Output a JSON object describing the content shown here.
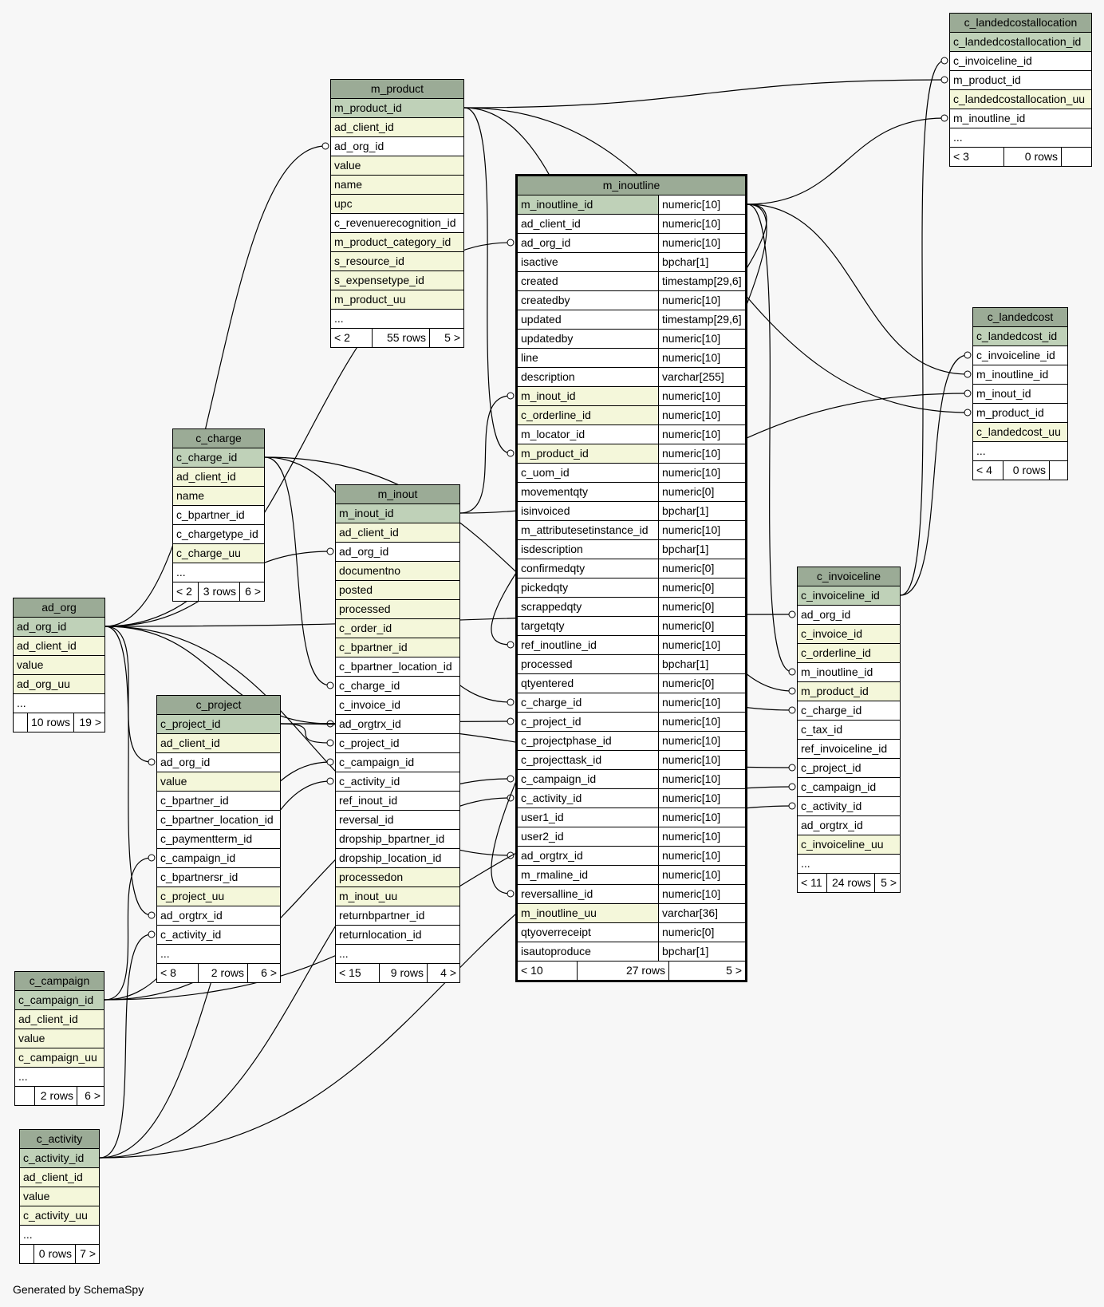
{
  "footer": "Generated by SchemaSpy",
  "tables": {
    "m_inoutline": {
      "name": "m_inoutline",
      "columns": [
        {
          "n": "m_inoutline_id",
          "t": "numeric[10]",
          "k": "pk"
        },
        {
          "n": "ad_client_id",
          "t": "numeric[10]",
          "k": "plain"
        },
        {
          "n": "ad_org_id",
          "t": "numeric[10]",
          "k": "plain"
        },
        {
          "n": "isactive",
          "t": "bpchar[1]",
          "k": "plain"
        },
        {
          "n": "created",
          "t": "timestamp[29,6]",
          "k": "plain"
        },
        {
          "n": "createdby",
          "t": "numeric[10]",
          "k": "plain"
        },
        {
          "n": "updated",
          "t": "timestamp[29,6]",
          "k": "plain"
        },
        {
          "n": "updatedby",
          "t": "numeric[10]",
          "k": "plain"
        },
        {
          "n": "line",
          "t": "numeric[10]",
          "k": "plain"
        },
        {
          "n": "description",
          "t": "varchar[255]",
          "k": "plain"
        },
        {
          "n": "m_inout_id",
          "t": "numeric[10]",
          "k": "idx"
        },
        {
          "n": "c_orderline_id",
          "t": "numeric[10]",
          "k": "idx"
        },
        {
          "n": "m_locator_id",
          "t": "numeric[10]",
          "k": "plain"
        },
        {
          "n": "m_product_id",
          "t": "numeric[10]",
          "k": "idx"
        },
        {
          "n": "c_uom_id",
          "t": "numeric[10]",
          "k": "plain"
        },
        {
          "n": "movementqty",
          "t": "numeric[0]",
          "k": "plain"
        },
        {
          "n": "isinvoiced",
          "t": "bpchar[1]",
          "k": "plain"
        },
        {
          "n": "m_attributesetinstance_id",
          "t": "numeric[10]",
          "k": "plain"
        },
        {
          "n": "isdescription",
          "t": "bpchar[1]",
          "k": "plain"
        },
        {
          "n": "confirmedqty",
          "t": "numeric[0]",
          "k": "plain"
        },
        {
          "n": "pickedqty",
          "t": "numeric[0]",
          "k": "plain"
        },
        {
          "n": "scrappedqty",
          "t": "numeric[0]",
          "k": "plain"
        },
        {
          "n": "targetqty",
          "t": "numeric[0]",
          "k": "plain"
        },
        {
          "n": "ref_inoutline_id",
          "t": "numeric[10]",
          "k": "plain"
        },
        {
          "n": "processed",
          "t": "bpchar[1]",
          "k": "plain"
        },
        {
          "n": "qtyentered",
          "t": "numeric[0]",
          "k": "plain"
        },
        {
          "n": "c_charge_id",
          "t": "numeric[10]",
          "k": "plain"
        },
        {
          "n": "c_project_id",
          "t": "numeric[10]",
          "k": "plain"
        },
        {
          "n": "c_projectphase_id",
          "t": "numeric[10]",
          "k": "plain"
        },
        {
          "n": "c_projecttask_id",
          "t": "numeric[10]",
          "k": "plain"
        },
        {
          "n": "c_campaign_id",
          "t": "numeric[10]",
          "k": "plain"
        },
        {
          "n": "c_activity_id",
          "t": "numeric[10]",
          "k": "plain"
        },
        {
          "n": "user1_id",
          "t": "numeric[10]",
          "k": "plain"
        },
        {
          "n": "user2_id",
          "t": "numeric[10]",
          "k": "plain"
        },
        {
          "n": "ad_orgtrx_id",
          "t": "numeric[10]",
          "k": "plain"
        },
        {
          "n": "m_rmaline_id",
          "t": "numeric[10]",
          "k": "plain"
        },
        {
          "n": "reversalline_id",
          "t": "numeric[10]",
          "k": "plain"
        },
        {
          "n": "m_inoutline_uu",
          "t": "varchar[36]",
          "k": "idx"
        },
        {
          "n": "qtyoverreceipt",
          "t": "numeric[0]",
          "k": "plain"
        },
        {
          "n": "isautoproduce",
          "t": "bpchar[1]",
          "k": "plain"
        }
      ],
      "footer": [
        "< 10",
        "27 rows",
        "5 >"
      ]
    },
    "m_product": {
      "name": "m_product",
      "columns": [
        {
          "n": "m_product_id",
          "k": "pk"
        },
        {
          "n": "ad_client_id",
          "k": "idx"
        },
        {
          "n": "ad_org_id",
          "k": "plain"
        },
        {
          "n": "value",
          "k": "idx"
        },
        {
          "n": "name",
          "k": "idx"
        },
        {
          "n": "upc",
          "k": "idx"
        },
        {
          "n": "c_revenuerecognition_id",
          "k": "plain"
        },
        {
          "n": "m_product_category_id",
          "k": "idx"
        },
        {
          "n": "s_resource_id",
          "k": "idx"
        },
        {
          "n": "s_expensetype_id",
          "k": "idx"
        },
        {
          "n": "m_product_uu",
          "k": "idx"
        },
        {
          "n": "...",
          "k": "plain"
        }
      ],
      "footer": [
        "< 2",
        "55 rows",
        "5 >"
      ]
    },
    "c_landedcostallocation": {
      "name": "c_landedcostallocation",
      "columns": [
        {
          "n": "c_landedcostallocation_id",
          "k": "pk"
        },
        {
          "n": "c_invoiceline_id",
          "k": "plain"
        },
        {
          "n": "m_product_id",
          "k": "plain"
        },
        {
          "n": "c_landedcostallocation_uu",
          "k": "idx"
        },
        {
          "n": "m_inoutline_id",
          "k": "plain"
        },
        {
          "n": "...",
          "k": "plain"
        }
      ],
      "footer": [
        "< 3",
        "0 rows",
        ""
      ]
    },
    "c_landedcost": {
      "name": "c_landedcost",
      "columns": [
        {
          "n": "c_landedcost_id",
          "k": "pk"
        },
        {
          "n": "c_invoiceline_id",
          "k": "plain"
        },
        {
          "n": "m_inoutline_id",
          "k": "plain"
        },
        {
          "n": "m_inout_id",
          "k": "plain"
        },
        {
          "n": "m_product_id",
          "k": "plain"
        },
        {
          "n": "c_landedcost_uu",
          "k": "idx"
        },
        {
          "n": "...",
          "k": "plain"
        }
      ],
      "footer": [
        "< 4",
        "0 rows",
        ""
      ]
    },
    "c_charge": {
      "name": "c_charge",
      "columns": [
        {
          "n": "c_charge_id",
          "k": "pk"
        },
        {
          "n": "ad_client_id",
          "k": "idx"
        },
        {
          "n": "name",
          "k": "idx"
        },
        {
          "n": "c_bpartner_id",
          "k": "plain"
        },
        {
          "n": "c_chargetype_id",
          "k": "plain"
        },
        {
          "n": "c_charge_uu",
          "k": "idx"
        },
        {
          "n": "...",
          "k": "plain"
        }
      ],
      "footer": [
        "< 2",
        "3 rows",
        "6 >"
      ]
    },
    "m_inout": {
      "name": "m_inout",
      "columns": [
        {
          "n": "m_inout_id",
          "k": "pk"
        },
        {
          "n": "ad_client_id",
          "k": "idx"
        },
        {
          "n": "ad_org_id",
          "k": "plain"
        },
        {
          "n": "documentno",
          "k": "idx"
        },
        {
          "n": "posted",
          "k": "idx"
        },
        {
          "n": "processed",
          "k": "idx"
        },
        {
          "n": "c_order_id",
          "k": "idx"
        },
        {
          "n": "c_bpartner_id",
          "k": "idx"
        },
        {
          "n": "c_bpartner_location_id",
          "k": "plain"
        },
        {
          "n": "c_charge_id",
          "k": "plain"
        },
        {
          "n": "c_invoice_id",
          "k": "plain"
        },
        {
          "n": "ad_orgtrx_id",
          "k": "plain"
        },
        {
          "n": "c_project_id",
          "k": "plain"
        },
        {
          "n": "c_campaign_id",
          "k": "plain"
        },
        {
          "n": "c_activity_id",
          "k": "plain"
        },
        {
          "n": "ref_inout_id",
          "k": "plain"
        },
        {
          "n": "reversal_id",
          "k": "plain"
        },
        {
          "n": "dropship_bpartner_id",
          "k": "plain"
        },
        {
          "n": "dropship_location_id",
          "k": "plain"
        },
        {
          "n": "processedon",
          "k": "idx"
        },
        {
          "n": "m_inout_uu",
          "k": "idx"
        },
        {
          "n": "returnbpartner_id",
          "k": "plain"
        },
        {
          "n": "returnlocation_id",
          "k": "plain"
        },
        {
          "n": "...",
          "k": "plain"
        }
      ],
      "footer": [
        "< 15",
        "9 rows",
        "4 >"
      ]
    },
    "ad_org": {
      "name": "ad_org",
      "columns": [
        {
          "n": "ad_org_id",
          "k": "pk"
        },
        {
          "n": "ad_client_id",
          "k": "idx"
        },
        {
          "n": "value",
          "k": "idx"
        },
        {
          "n": "ad_org_uu",
          "k": "idx"
        },
        {
          "n": "...",
          "k": "plain"
        }
      ],
      "footer": [
        "",
        "10 rows",
        "19 >"
      ]
    },
    "c_project": {
      "name": "c_project",
      "columns": [
        {
          "n": "c_project_id",
          "k": "pk"
        },
        {
          "n": "ad_client_id",
          "k": "idx"
        },
        {
          "n": "ad_org_id",
          "k": "plain"
        },
        {
          "n": "value",
          "k": "idx"
        },
        {
          "n": "c_bpartner_id",
          "k": "plain"
        },
        {
          "n": "c_bpartner_location_id",
          "k": "plain"
        },
        {
          "n": "c_paymentterm_id",
          "k": "plain"
        },
        {
          "n": "c_campaign_id",
          "k": "plain"
        },
        {
          "n": "c_bpartnersr_id",
          "k": "plain"
        },
        {
          "n": "c_project_uu",
          "k": "idx"
        },
        {
          "n": "ad_orgtrx_id",
          "k": "plain"
        },
        {
          "n": "c_activity_id",
          "k": "plain"
        },
        {
          "n": "...",
          "k": "plain"
        }
      ],
      "footer": [
        "< 8",
        "2 rows",
        "6 >"
      ]
    },
    "c_invoiceline": {
      "name": "c_invoiceline",
      "columns": [
        {
          "n": "c_invoiceline_id",
          "k": "pk"
        },
        {
          "n": "ad_org_id",
          "k": "plain"
        },
        {
          "n": "c_invoice_id",
          "k": "idx"
        },
        {
          "n": "c_orderline_id",
          "k": "idx"
        },
        {
          "n": "m_inoutline_id",
          "k": "plain"
        },
        {
          "n": "m_product_id",
          "k": "idx"
        },
        {
          "n": "c_charge_id",
          "k": "plain"
        },
        {
          "n": "c_tax_id",
          "k": "plain"
        },
        {
          "n": "ref_invoiceline_id",
          "k": "plain"
        },
        {
          "n": "c_project_id",
          "k": "plain"
        },
        {
          "n": "c_campaign_id",
          "k": "plain"
        },
        {
          "n": "c_activity_id",
          "k": "plain"
        },
        {
          "n": "ad_orgtrx_id",
          "k": "plain"
        },
        {
          "n": "c_invoiceline_uu",
          "k": "idx"
        },
        {
          "n": "...",
          "k": "plain"
        }
      ],
      "footer": [
        "< 11",
        "24 rows",
        "5 >"
      ]
    },
    "c_campaign": {
      "name": "c_campaign",
      "columns": [
        {
          "n": "c_campaign_id",
          "k": "pk"
        },
        {
          "n": "ad_client_id",
          "k": "idx"
        },
        {
          "n": "value",
          "k": "idx"
        },
        {
          "n": "c_campaign_uu",
          "k": "idx"
        },
        {
          "n": "...",
          "k": "plain"
        }
      ],
      "footer": [
        "",
        "2 rows",
        "6 >"
      ]
    },
    "c_activity": {
      "name": "c_activity",
      "columns": [
        {
          "n": "c_activity_id",
          "k": "pk"
        },
        {
          "n": "ad_client_id",
          "k": "idx"
        },
        {
          "n": "value",
          "k": "idx"
        },
        {
          "n": "c_activity_uu",
          "k": "idx"
        },
        {
          "n": "...",
          "k": "plain"
        }
      ],
      "footer": [
        "",
        "0 rows",
        "7 >"
      ]
    }
  }
}
